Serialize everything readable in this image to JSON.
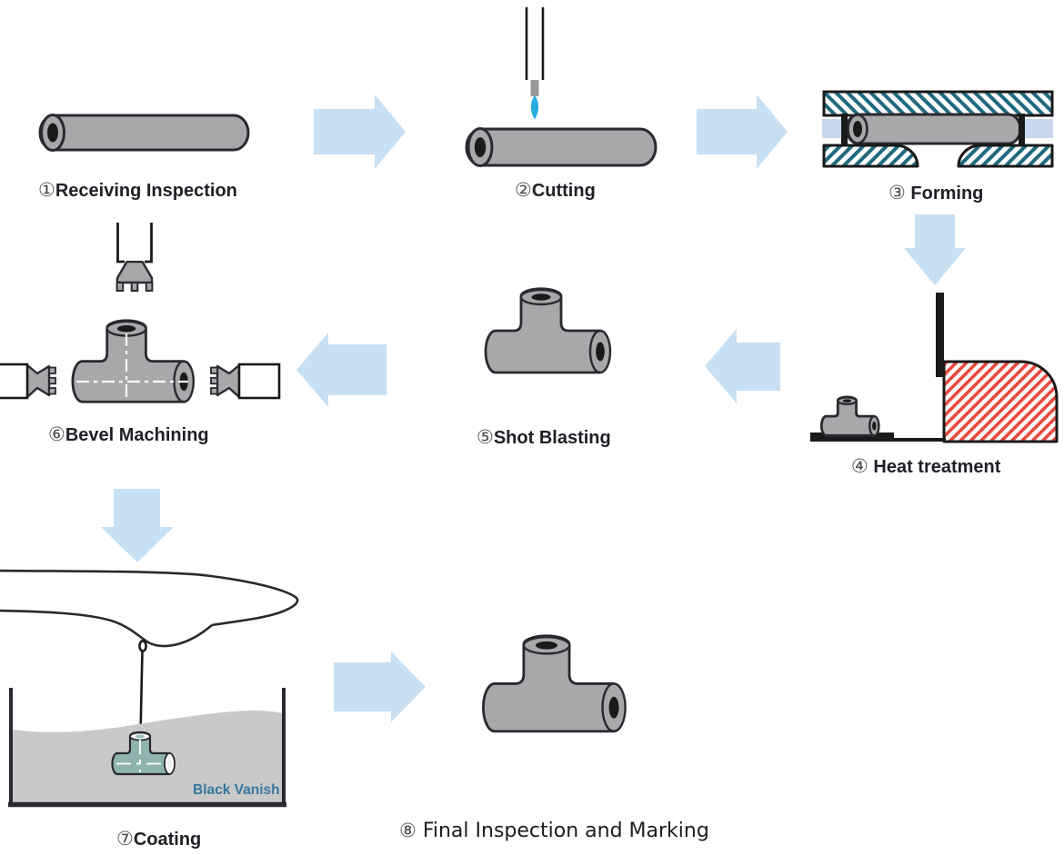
{
  "diagram": {
    "type": "process-flow",
    "subject": "Pipe tee fitting manufacturing process",
    "steps": [
      {
        "num": "①",
        "label": "Receiving Inspection"
      },
      {
        "num": "②",
        "label": "Cutting"
      },
      {
        "num": "③",
        "label": " Forming"
      },
      {
        "num": "④",
        "label": " Heat treatment"
      },
      {
        "num": "⑤",
        "label": "Shot Blasting"
      },
      {
        "num": "⑥",
        "label": "Bevel Machining"
      },
      {
        "num": "⑦",
        "label": "Coating"
      },
      {
        "num": "⑧",
        "label": " Final Inspection and Marking"
      }
    ],
    "coating": {
      "tank_label": "Black Vanish"
    },
    "colors": {
      "arrow_blue": "#c8e0f4",
      "pipe_gray": "#a8a8aa",
      "outline_dark": "#2b2830",
      "die_hatch_teal": "#1f6a80",
      "furnace_hatch_red": "#e8483e",
      "guide_band_blue": "#c8d7ee",
      "flame_blue": "#29abe2",
      "coated_tee_teal": "#8fb3ae",
      "liquid_gray": "#c9c9c9",
      "label_dark": "#211e26",
      "tank_text_blue": "#35789e"
    }
  }
}
